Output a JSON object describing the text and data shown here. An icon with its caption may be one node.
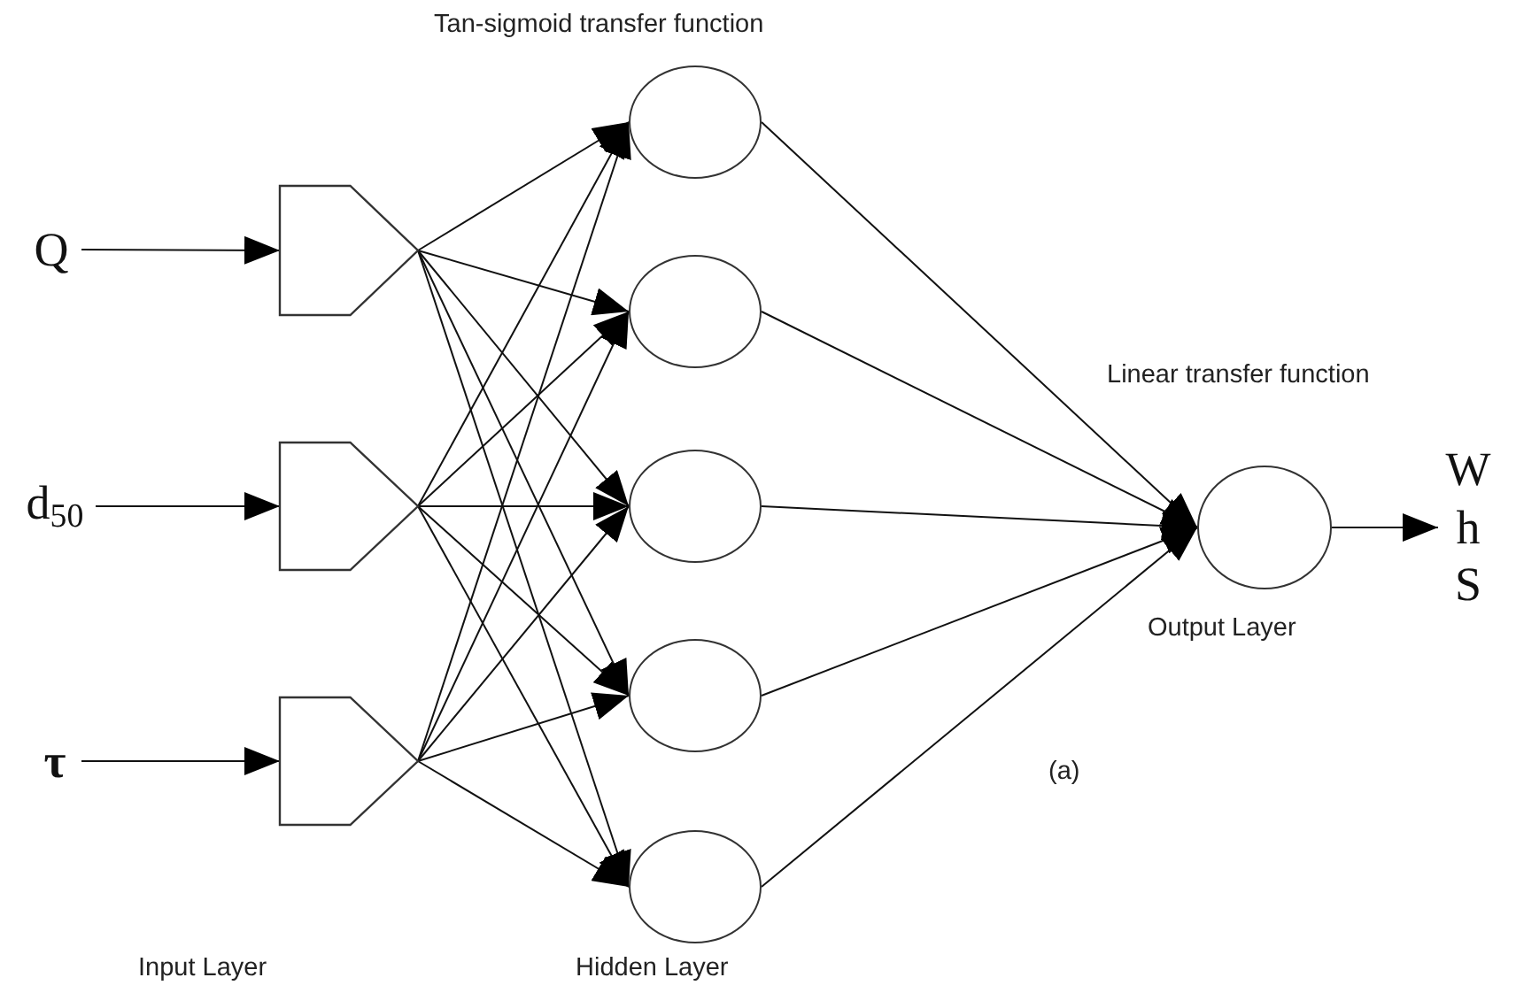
{
  "diagram": {
    "nodes": [
      {
        "text": [
          "Q"
        ]
      },
      {
        "text": [
          "d$_{50}$"
        ]
      },
      {
        "text": [
          "τ"
        ]
      },
      {
        "text": [],
        "shape": "pentagon"
      },
      {
        "text": [],
        "shape": "pentagon"
      },
      {
        "text": [],
        "shape": "pentagon"
      },
      {
        "text": [],
        "shape": "circle"
      },
      {
        "text": [],
        "shape": "circle"
      },
      {
        "text": [],
        "shape": "circle"
      },
      {
        "text": [],
        "shape": "circle"
      },
      {
        "text": [],
        "shape": "circle"
      },
      {
        "text": [],
        "shape": "circle"
      },
      {
        "text": [
          "W",
          "h",
          "S"
        ]
      }
    ],
    "edges": [
      {
        "from": 0,
        "to": 3,
        "arrow": "to"
      },
      {
        "from": 1,
        "to": 4,
        "arrow": "to"
      },
      {
        "from": 2,
        "to": 5,
        "arrow": "to"
      },
      {
        "from": 3,
        "to": 6,
        "arrow": "to"
      },
      {
        "from": 3,
        "to": 7,
        "arrow": "to"
      },
      {
        "from": 3,
        "to": 8,
        "arrow": "to"
      },
      {
        "from": 3,
        "to": 9,
        "arrow": "to"
      },
      {
        "from": 3,
        "to": 10,
        "arrow": "to"
      },
      {
        "from": 4,
        "to": 6,
        "arrow": "to"
      },
      {
        "from": 4,
        "to": 7,
        "arrow": "to"
      },
      {
        "from": 4,
        "to": 8,
        "arrow": "to"
      },
      {
        "from": 4,
        "to": 9,
        "arrow": "to"
      },
      {
        "from": 4,
        "to": 10,
        "arrow": "to"
      },
      {
        "from": 5,
        "to": 6,
        "arrow": "to"
      },
      {
        "from": 5,
        "to": 7,
        "arrow": "to"
      },
      {
        "from": 5,
        "to": 8,
        "arrow": "to"
      },
      {
        "from": 5,
        "to": 9,
        "arrow": "to"
      },
      {
        "from": 5,
        "to": 10,
        "arrow": "to"
      },
      {
        "from": 6,
        "to": 11,
        "arrow": "to"
      },
      {
        "from": 7,
        "to": 11,
        "arrow": "to"
      },
      {
        "from": 8,
        "to": 11,
        "arrow": "to"
      },
      {
        "from": 9,
        "to": 11,
        "arrow": "to"
      },
      {
        "from": 10,
        "to": 11,
        "arrow": "to"
      },
      {
        "from": 11,
        "to": 12,
        "arrow": "to"
      }
    ],
    "labels": [
      "Tan-sigmoid transfer function",
      "Linear transfer function",
      "Output Layer",
      "(a)",
      "Input Layer",
      "Hidden Layer"
    ]
  }
}
